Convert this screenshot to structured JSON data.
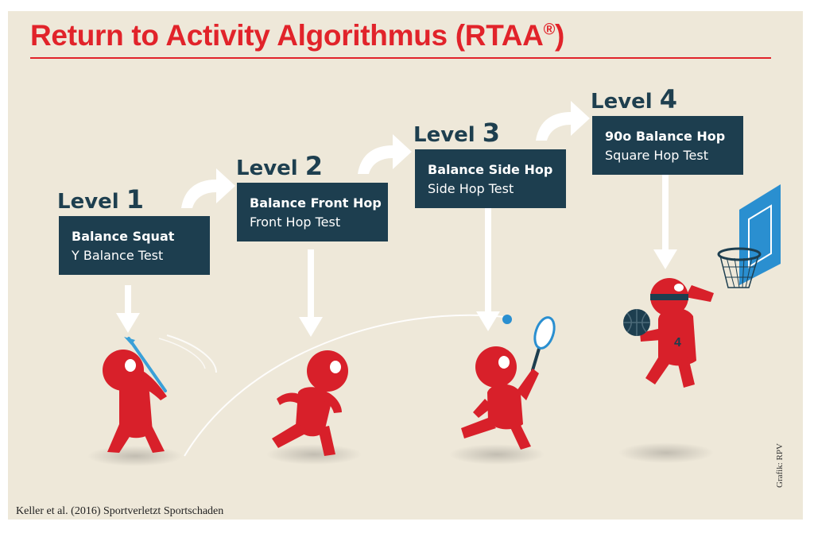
{
  "title": "Return to Activity Algorithmus (RTAA",
  "title_mark": "®",
  "title_close": ")",
  "levels": [
    {
      "word": "Level",
      "number": "1",
      "exercise": "Balance Squat",
      "test": "Y Balance Test",
      "sport": "golf"
    },
    {
      "word": "Level",
      "number": "2",
      "exercise": "Balance Front Hop",
      "test": "Front Hop Test",
      "sport": "running"
    },
    {
      "word": "Level",
      "number": "3",
      "exercise": "Balance Side Hop",
      "test": "Side Hop Test",
      "sport": "tennis"
    },
    {
      "word": "Level",
      "number": "4",
      "exercise": "90o Balance Hop",
      "test": "Square Hop Test",
      "sport": "basketball"
    }
  ],
  "jersey_number": "4",
  "citation": "Keller et al. (2016) Sportverletzt Sportschaden",
  "credit": "Grafik: RPV",
  "colors": {
    "title_red": "#e1232a",
    "box_navy": "#1d3e4f",
    "background": "#eee8d9",
    "figure_red": "#d8202a",
    "racket_blue": "#2a8fd0"
  }
}
